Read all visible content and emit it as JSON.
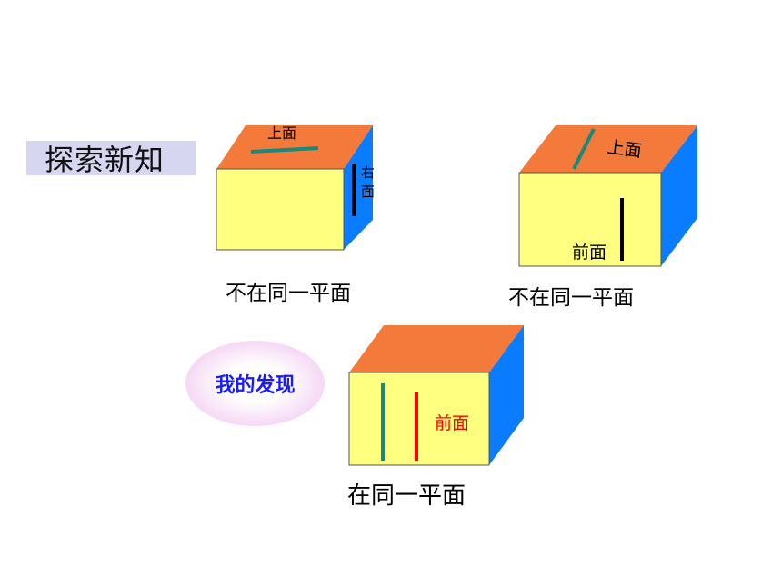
{
  "title": "探索新知",
  "cube1": {
    "top_label": "上面",
    "right_label_1": "右",
    "right_label_2": "面",
    "caption": "不在同一平面",
    "colors": {
      "top": "#f47a3c",
      "front": "#ffff80",
      "side": "#0a7cff",
      "line_top": "#178a7c",
      "line_side": "#000000"
    }
  },
  "cube2": {
    "top_label": "上面",
    "front_label": "前面",
    "caption": "不在同一平面",
    "colors": {
      "top": "#f47a3c",
      "front": "#ffff80",
      "side": "#0a7cff",
      "line_top": "#178a7c",
      "line_front": "#000000"
    }
  },
  "cube3": {
    "front_label": "前面",
    "caption": "在同一平面",
    "colors": {
      "top": "#f47a3c",
      "front": "#ffff80",
      "side": "#0a7cff",
      "line_1": "#178a7c",
      "line_2": "#ff0000",
      "label": "#ff0000"
    }
  },
  "discovery": {
    "label": "我的发现",
    "color": "#1a1aff"
  }
}
